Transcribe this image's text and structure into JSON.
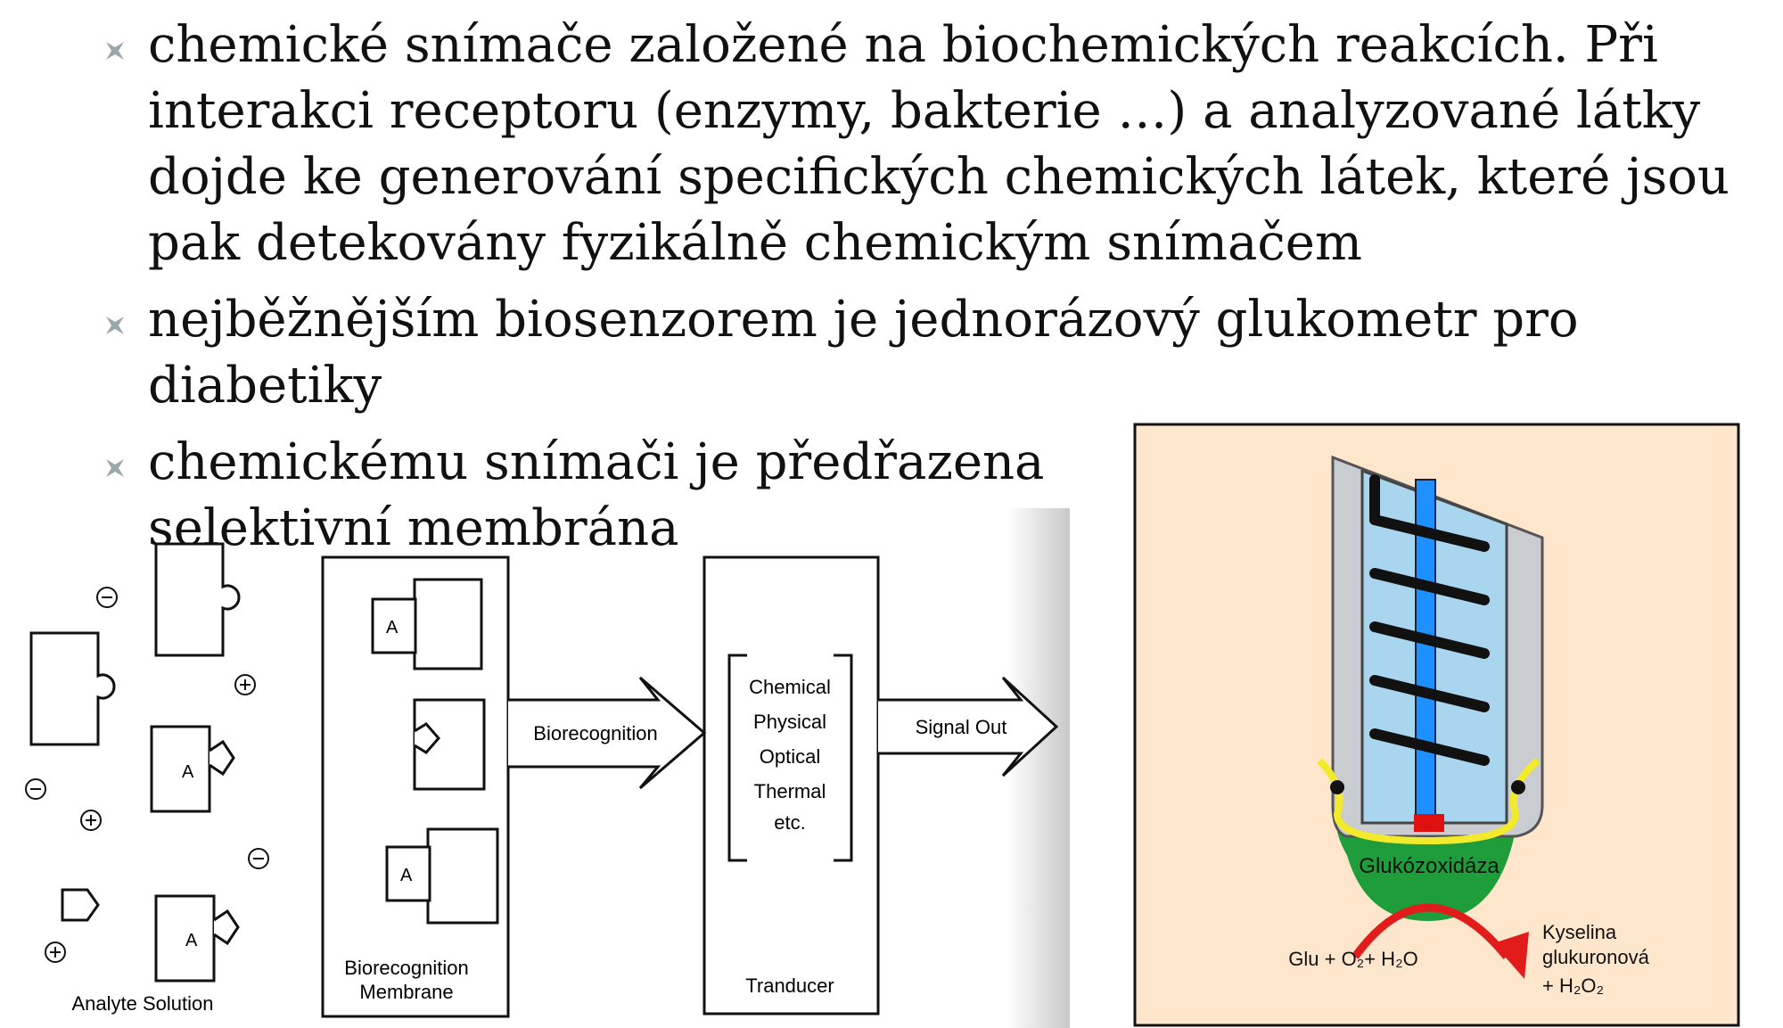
{
  "bullets": [
    "chemické snímače založené na biochemických reakcích. Při interakci receptoru (enzymy, bakterie …) a analyzované látky dojde ke generování specifických chemických látek, které jsou pak detekovány fyzikálně chemickým snímačem",
    "nejběžnějším biosenzorem je jednorázový glukometr pro diabetiky",
    "chemickému snímači je předřazena selektivní membrána"
  ],
  "diagram": {
    "analyte_label": "Analyte Solution",
    "analyte_letter": "A",
    "membrane_label_1": "Biorecognition",
    "membrane_label_2": "Membrane",
    "arrow1_label": "Biorecognition",
    "transducer_types": [
      "Chemical",
      "Physical",
      "Optical",
      "Thermal",
      "etc."
    ],
    "transducer_label": "Tranducer",
    "arrow2_label": "Signal Out"
  },
  "probe": {
    "enzyme_label": "Glukózoxidáza",
    "reactants": "Glu + O₂+ H₂O",
    "products_1": "Kyselina",
    "products_2": "glukuronová",
    "products_3": "+ H₂O₂",
    "colors": {
      "background": "#fde6cc",
      "membrane": "#f2ea2a",
      "enzyme": "#1f9d3a",
      "arrow": "#e21b1b",
      "electrode": "#1e90ff"
    }
  }
}
